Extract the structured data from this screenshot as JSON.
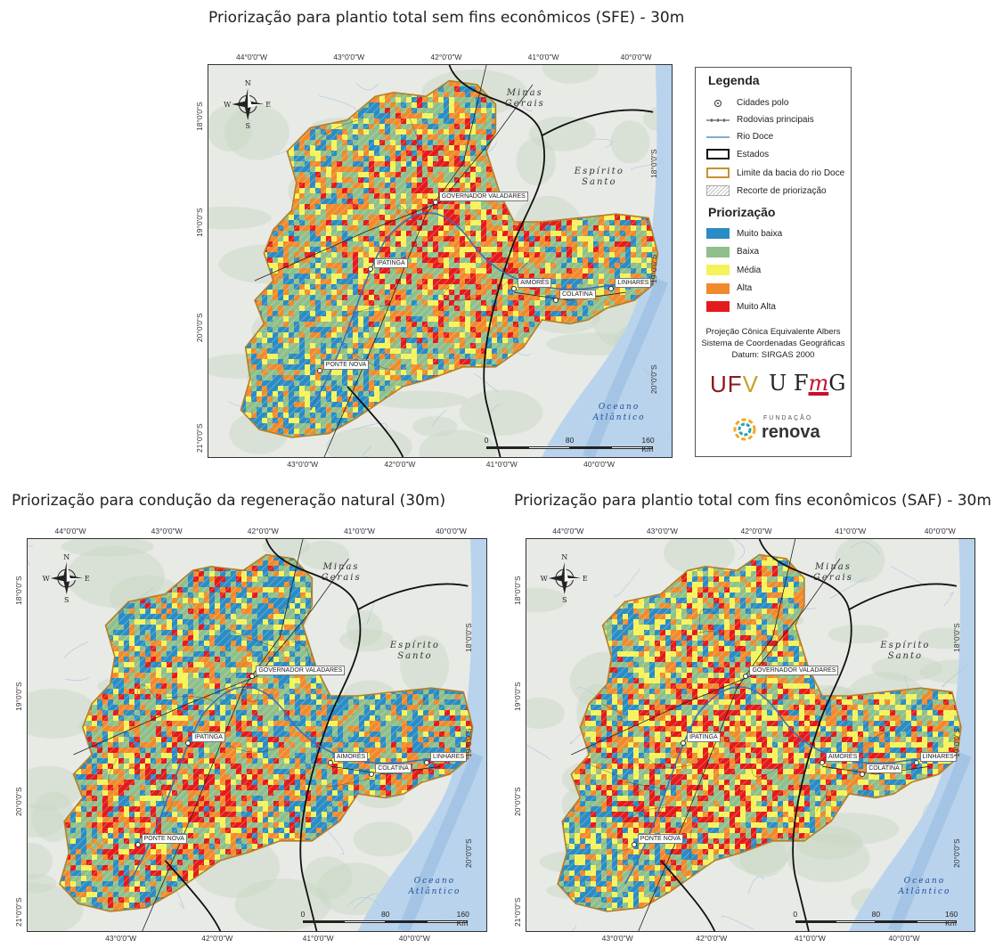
{
  "titles": {
    "top": "Priorização para plantio total sem fins econômicos (SFE) - 30m",
    "bottom_left": "Priorização para condução da regeneração natural (30m)",
    "bottom_right": "Priorização para plantio total com fins econômicos (SAF) - 30m"
  },
  "ticks": {
    "lon": [
      "44°0'0\"W",
      "43°0'0\"W",
      "42°0'0\"W",
      "41°0'0\"W",
      "40°0'0\"W"
    ],
    "lon_bottom": [
      "43°0'0\"W",
      "42°0'0\"W",
      "41°0'0\"W",
      "40°0'0\"W"
    ],
    "lat_left": [
      "18°0'0\"S",
      "19°0'0\"S",
      "20°0'0\"S",
      "21°0'0\"S"
    ],
    "lat_right": [
      "18°0'0\"S",
      "19°0'0\"S",
      "20°0'0\"S"
    ]
  },
  "compass": {
    "n": "N",
    "s": "S",
    "e": "E",
    "w": "W"
  },
  "states": {
    "mg": "Minas\nGerais",
    "es": "Espírito\nSanto"
  },
  "ocean": "Oceano\nAtlântico",
  "cities": [
    "GOVERNADOR VALADARES",
    "IPATINGA",
    "AIMORÉS",
    "COLATINA",
    "LINHARES",
    "PONTE NOVA"
  ],
  "scale": {
    "zero": "0",
    "mid": "80",
    "end": "160 Km"
  },
  "legend": {
    "title": "Legenda",
    "items": [
      "Cidades polo",
      "Rodovias principais",
      "Rio Doce",
      "Estados",
      "Limite da bacia do rio Doce",
      "Recorte de priorização"
    ],
    "prio_title": "Priorização",
    "classes": [
      {
        "label": "Muito baixa",
        "color": "#2b8cc4"
      },
      {
        "label": "Baixa",
        "color": "#8fbf8a"
      },
      {
        "label": "Média",
        "color": "#f5f35a"
      },
      {
        "label": "Alta",
        "color": "#f08a2c"
      },
      {
        "label": "Muito Alta",
        "color": "#e41a1c"
      }
    ],
    "projection": "Projeção Cônica Equivalente Albers",
    "coords": "Sistema de Coordenadas Geográficas",
    "datum": "Datum: SIRGAS 2000",
    "ufv": {
      "u": "U",
      "f": "F",
      "v": "V"
    },
    "ufmg": {
      "uf": "U F",
      "m": "m",
      "g": "G"
    },
    "fundacao": "FUNDAÇÃO",
    "renova": "renova"
  }
}
